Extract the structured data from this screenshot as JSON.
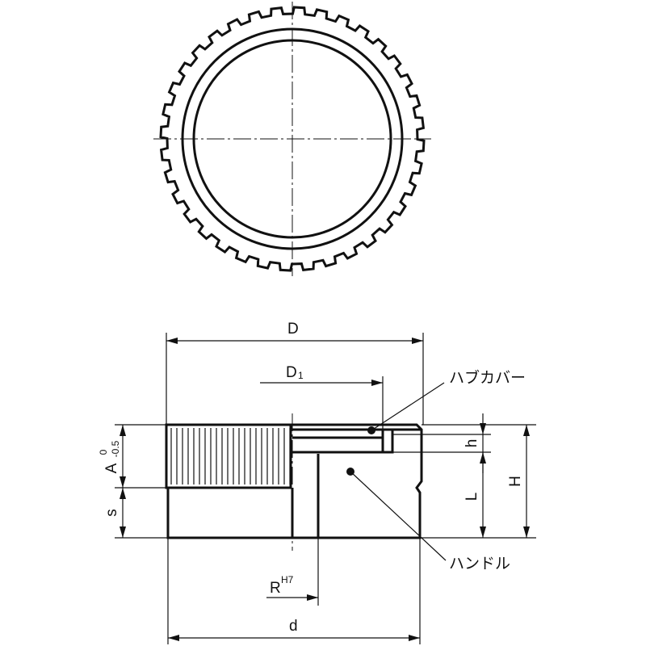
{
  "labels": {
    "D": "D",
    "D1_main": "D",
    "D1_sub": "1",
    "hub_cover": "ハブカバー",
    "handle": "ハンドル",
    "h": "h",
    "H": "H",
    "L": "L",
    "s": "s",
    "A_main": "A",
    "A_tol_upper": "0",
    "A_tol_lower": "-0.5",
    "R_main": "R",
    "R_fit": "H7",
    "d": "d"
  },
  "colors": {
    "line": "#111111",
    "background": "#ffffff"
  }
}
